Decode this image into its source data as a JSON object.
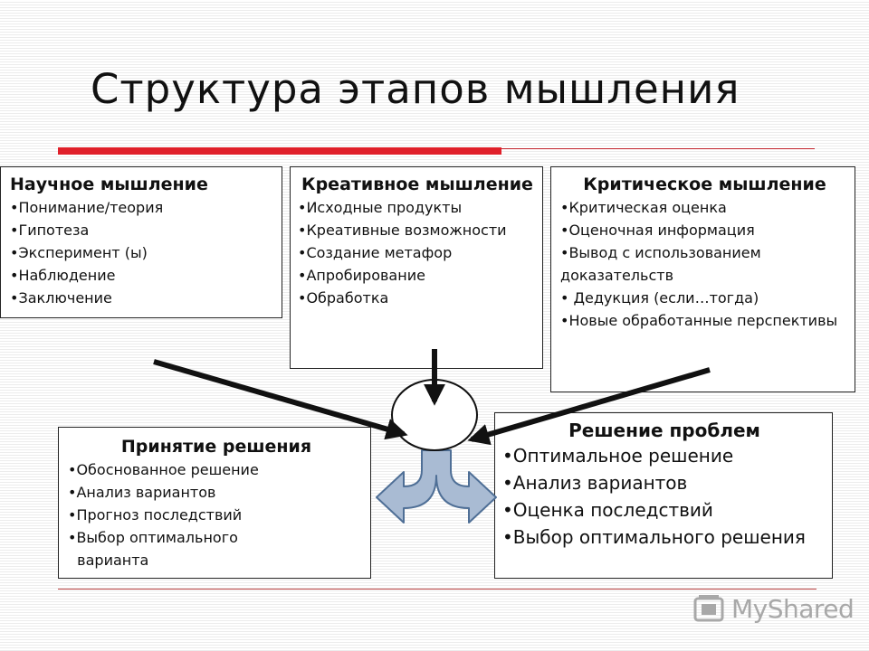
{
  "slide": {
    "title": "Структура этапов мышления",
    "logo_text": "MyShared"
  },
  "boxes": {
    "scientific": {
      "heading": "Научное мышление",
      "items": [
        "•Понимание/теория",
        "•Гипотеза",
        "•Эксперимент (ы)",
        "•Наблюдение",
        "•Заключение"
      ]
    },
    "creative": {
      "heading": "Креативное мышление",
      "items": [
        "•Исходные продукты",
        "•Креативные возможности",
        "•Создание метафор",
        "•Апробирование",
        "•Обработка"
      ]
    },
    "critical": {
      "heading": "Критическое мышление",
      "items": [
        "•Критическая оценка",
        "•Оценочная информация",
        "•Вывод с использованием доказательств",
        "• Дедукция (если…тогда)",
        "•Новые обработанные перспективы"
      ]
    },
    "decision": {
      "heading": "Принятие решения",
      "items": [
        "•Обоснованное решение",
        "•Анализ вариантов",
        "•Прогноз последствий",
        "•Выбор оптимального",
        "  варианта"
      ]
    },
    "problem": {
      "heading": "Решение проблем",
      "items": [
        "•Оптимальное решение",
        "•Анализ вариантов",
        "•Оценка последствий",
        "•Выбор оптимального решения"
      ]
    }
  },
  "colors": {
    "accent_red": "#e0202a",
    "split_arrow_fill": "#a9bbd3",
    "split_arrow_stroke": "#4f6f96"
  }
}
